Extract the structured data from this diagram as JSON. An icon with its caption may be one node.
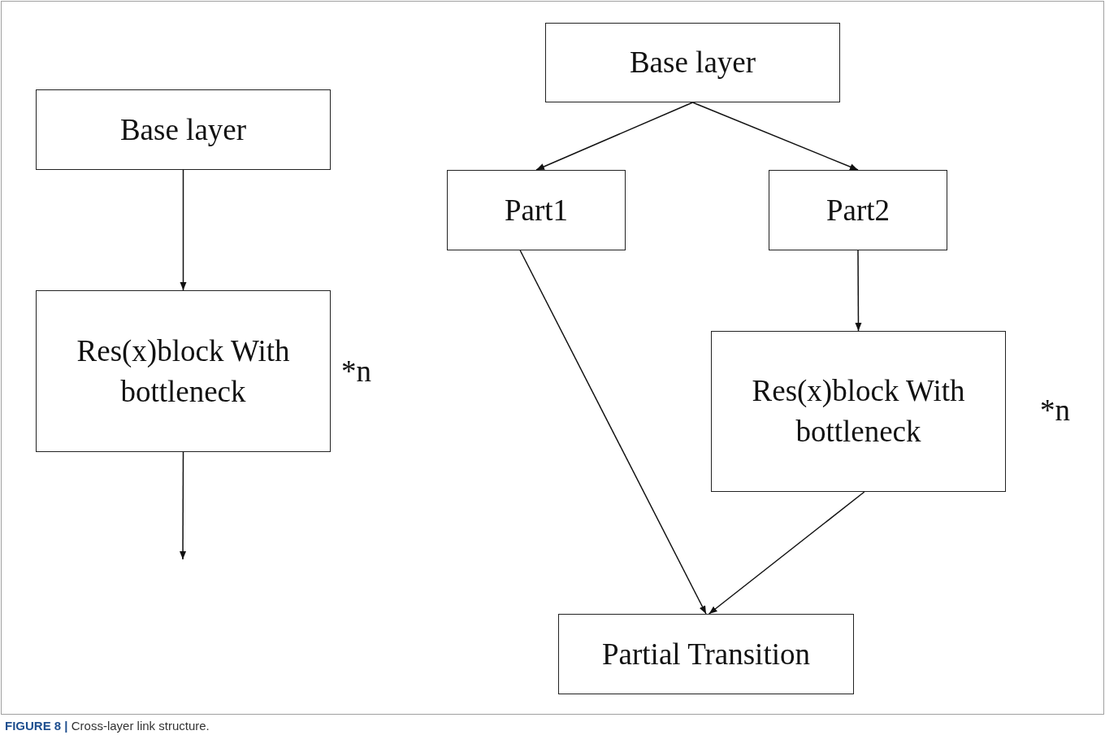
{
  "diagram": {
    "caption": "**FIGURE 8 |** Cross-layer link structure.",
    "nodes": [
      {
        "text": [
          "Base layer"
        ]
      },
      {
        "text": [
          "Res(x)block With bottleneck"
        ],
        "beside": [
          "*n"
        ]
      },
      {
        "text": [
          "Base layer"
        ]
      },
      {
        "text": [
          "Part1"
        ]
      },
      {
        "text": [
          "Part2"
        ]
      },
      {
        "text": [
          "Res(x)block With bottleneck"
        ],
        "beside": [
          "*n"
        ]
      },
      {
        "text": [
          "Partial Transition"
        ]
      }
    ],
    "edges": [
      {
        "from": 0,
        "to": 1,
        "arrow": "to"
      },
      {
        "from": 1,
        "to": null,
        "arrow": "to"
      },
      {
        "from": 2,
        "to": 3,
        "arrow": "to"
      },
      {
        "from": 2,
        "to": 4,
        "arrow": "to"
      },
      {
        "from": 4,
        "to": 5,
        "arrow": "to"
      },
      {
        "from": 3,
        "to": 6,
        "arrow": "to"
      },
      {
        "from": 5,
        "to": 6,
        "arrow": "to"
      }
    ]
  }
}
